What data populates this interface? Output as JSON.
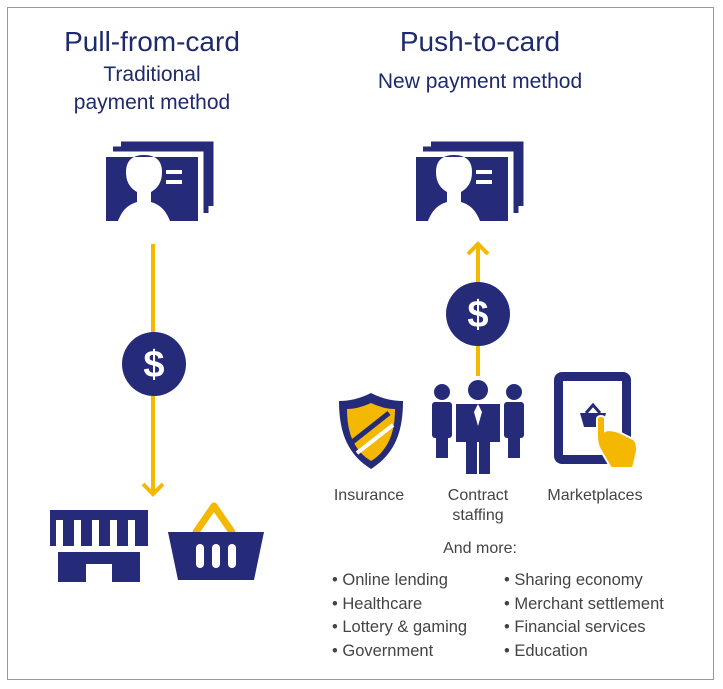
{
  "left": {
    "title": "Pull-from-card",
    "subtitle_line1": "Traditional",
    "subtitle_line2": "payment method"
  },
  "right": {
    "title": "Push-to-card",
    "subtitle": "New payment method",
    "categories": [
      {
        "label_line1": "Insurance",
        "label_line2": ""
      },
      {
        "label_line1": "Contract",
        "label_line2": "staffing"
      },
      {
        "label_line1": "Marketplaces",
        "label_line2": ""
      }
    ],
    "more_heading": "And more:",
    "more_col1": [
      "Online lending",
      "Healthcare",
      "Lottery & gaming",
      "Government"
    ],
    "more_col2": [
      "Sharing economy",
      "Merchant settlement",
      "Financial services",
      "Education"
    ]
  },
  "colors": {
    "navy": "#252b78",
    "gold": "#f5b800",
    "frame": "#9a9a9a",
    "text": "#444444"
  },
  "icons": {
    "currency_symbol": "$",
    "card": "card-with-person-icon",
    "store": "storefront-icon",
    "basket": "shopping-basket-icon",
    "shield": "shield-icon",
    "people": "people-group-icon",
    "tablet": "tablet-shopping-icon"
  }
}
